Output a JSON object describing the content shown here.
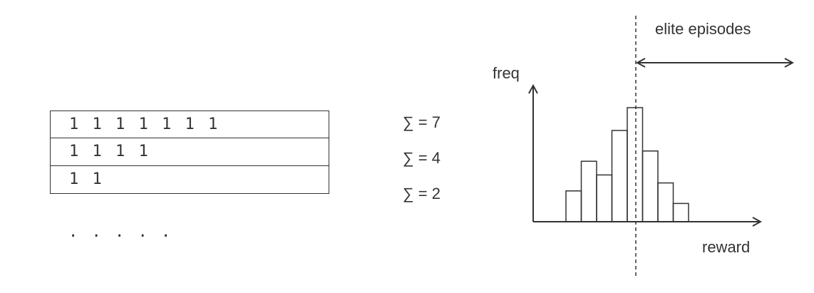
{
  "episodes": [
    {
      "steps": "1 1 1 1 1 1 1",
      "sum_label": "∑ = 7"
    },
    {
      "steps": "1 1 1 1",
      "sum_label": "∑ = 4"
    },
    {
      "steps": "1 1",
      "sum_label": "∑ = 2"
    }
  ],
  "ellipsis": ". . . . .",
  "histogram": {
    "y_axis_label": "freq",
    "x_axis_label": "reward",
    "elite_label": "elite episodes",
    "bar_levels": [
      0.27,
      0.53,
      0.41,
      0.8,
      1.0,
      0.62,
      0.34,
      0.16
    ],
    "threshold_after_bar": 4.5
  }
}
